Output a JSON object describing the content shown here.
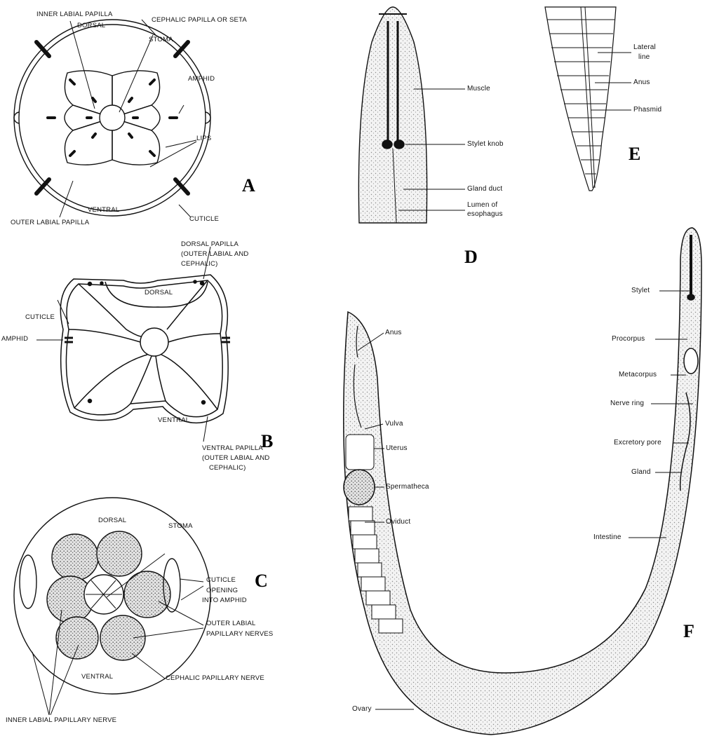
{
  "panels": {
    "A": {
      "letter": "A",
      "labels": {
        "inner_labial_papilla": "INNER LABIAL PAPILLA",
        "dorsal": "DORSAL",
        "cephalic_papilla": "CEPHALIC PAPILLA OR SETA",
        "stoma": "STOMA",
        "amphid": "AMPHID",
        "lips": "LIPS",
        "ventral": "VENTRAL",
        "cuticle": "CUTICLE",
        "outer_labial_papilla": "OUTER LABIAL PAPILLA"
      }
    },
    "B": {
      "letter": "B",
      "labels": {
        "dorsal_papilla": "DORSAL PAPILLA",
        "dorsal_papilla_2": "(OUTER LABIAL AND",
        "dorsal_papilla_3": "CEPHALIC)",
        "dorsal": "DORSAL",
        "cuticle": "CUTICLE",
        "amphid": "AMPHID",
        "ventral": "VENTRAL",
        "ventral_papilla": "VENTRAL PAPILLA",
        "ventral_papilla_2": "(OUTER LABIAL AND",
        "ventral_papilla_3": "CEPHALIC)"
      }
    },
    "C": {
      "letter": "C",
      "labels": {
        "dorsal": "DORSAL",
        "stoma": "STOMA",
        "cuticle": "CUTICLE",
        "opening": "OPENING",
        "opening_2": "INTO AMPHID",
        "outer_nerves": "OUTER LABIAL",
        "outer_nerves_2": "PAPILLARY NERVES",
        "ventral": "VENTRAL",
        "cephalic_nerve": "CEPHALIC PAPILLARY NERVE",
        "inner_nerve": "INNER LABIAL PAPILLARY NERVE"
      }
    },
    "D": {
      "letter": "D",
      "labels": {
        "muscle": "Muscle",
        "stylet_knob": "Stylet knob",
        "gland_duct": "Gland duct",
        "lumen": "Lumen of",
        "lumen_2": "esophagus"
      }
    },
    "E": {
      "letter": "E",
      "labels": {
        "lateral": "Lateral",
        "lateral_2": "line",
        "anus": "Anus",
        "phasmid": "Phasmid"
      }
    },
    "F": {
      "letter": "F",
      "labels": {
        "stylet": "Stylet",
        "procorpus": "Procorpus",
        "metacorpus": "Metacorpus",
        "nerve_ring": "Nerve ring",
        "excretory_pore": "Excretory pore",
        "gland": "Gland",
        "intestine": "Intestine",
        "anus": "Anus",
        "vulva": "Vulva",
        "uterus": "Uterus",
        "spermatheca": "Spermatheca",
        "oviduct": "Oviduct",
        "ovary": "Ovary"
      }
    }
  },
  "colors": {
    "ink": "#111111",
    "paper": "#ffffff",
    "stipple": "#d9d9d9"
  }
}
